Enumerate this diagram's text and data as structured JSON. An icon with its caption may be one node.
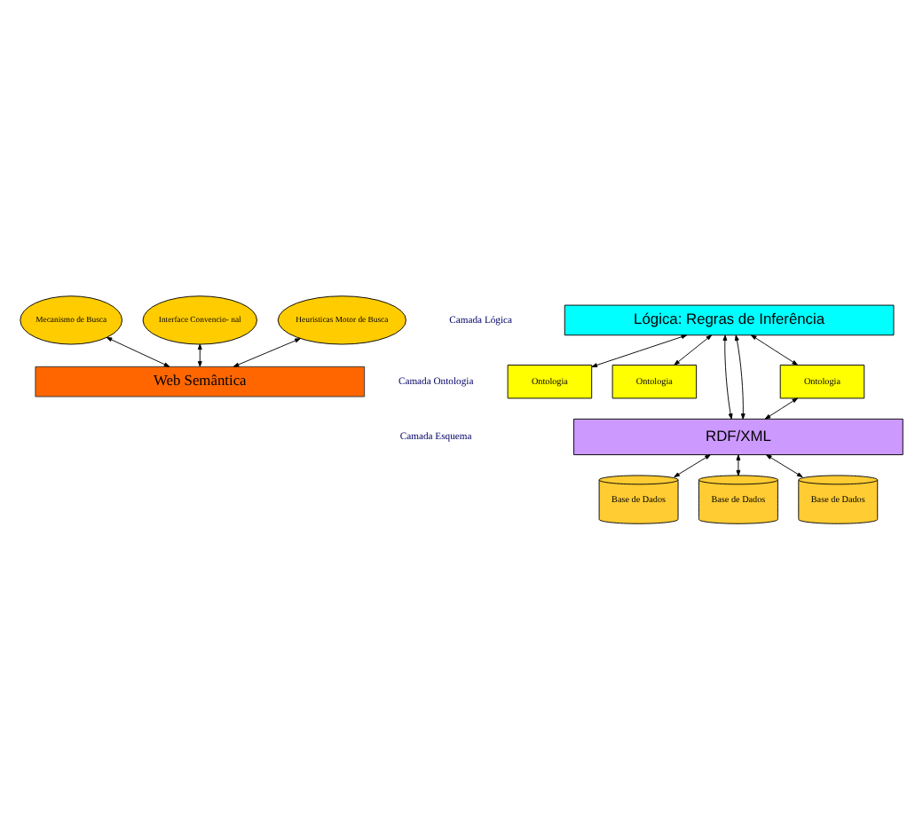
{
  "diagram": {
    "nodes": [
      {
        "text": [
          "Mecanismo de Busca"
        ]
      },
      {
        "text": [
          "Interface Convencio- nal"
        ]
      },
      {
        "text": [
          "Heuristicas Motor de Busca"
        ]
      },
      {
        "text": [
          "Web Semântica"
        ]
      },
      {
        "text": [
          "Lógica: Regras de Inferência"
        ]
      },
      {
        "text": [
          "Ontologia"
        ]
      },
      {
        "text": [
          "Ontologia"
        ]
      },
      {
        "text": [
          "Ontologia"
        ]
      },
      {
        "text": [
          "RDF/XML"
        ]
      },
      {
        "text": [
          "Base de Dados"
        ]
      },
      {
        "text": [
          "Base de Dados"
        ]
      },
      {
        "text": [
          "Base de Dados"
        ]
      }
    ],
    "edges": [
      {
        "from": 0,
        "to": 3,
        "arrow": "both"
      },
      {
        "from": 1,
        "to": 3,
        "arrow": "both"
      },
      {
        "from": 2,
        "to": 3,
        "arrow": "both"
      },
      {
        "from": 4,
        "to": 5,
        "arrow": "both"
      },
      {
        "from": 4,
        "to": 8,
        "arrow": "both"
      },
      {
        "from": 4,
        "to": 6,
        "arrow": "both"
      },
      {
        "from": 4,
        "to": 8,
        "arrow": "both"
      },
      {
        "from": 4,
        "to": 7,
        "arrow": "both"
      },
      {
        "from": 5,
        "to": 8,
        "arrow": "both"
      },
      {
        "from": 8,
        "to": 9,
        "arrow": "both"
      },
      {
        "from": 8,
        "to": 10,
        "arrow": "both"
      },
      {
        "from": 8,
        "to": 11,
        "arrow": "both"
      }
    ],
    "labels": [
      "Camada Lógica",
      "Camada Ontologia",
      "Camada Esquema"
    ]
  }
}
